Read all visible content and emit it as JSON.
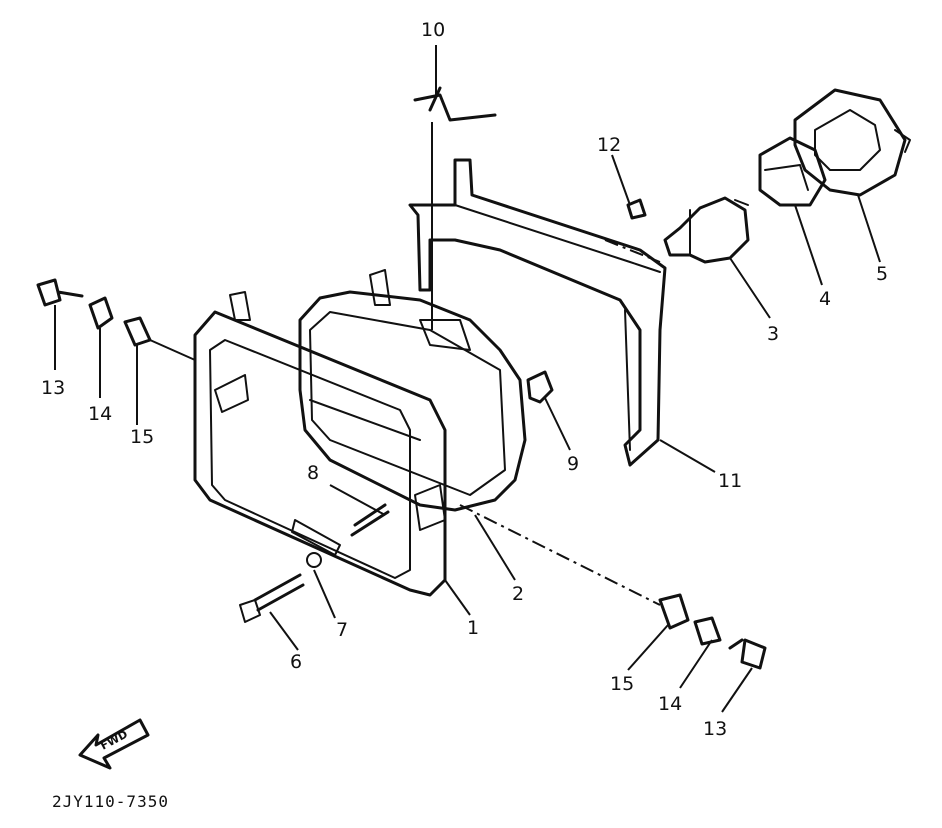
{
  "diagram": {
    "drawing_code": "2JY110-7350",
    "direction_label": "FWD",
    "callouts": {
      "c1": "1",
      "c2": "2",
      "c3": "3",
      "c4": "4",
      "c5": "5",
      "c6": "6",
      "c7": "7",
      "c8": "8",
      "c9": "9",
      "c10": "10",
      "c11": "11",
      "c12": "12",
      "c13a": "13",
      "c14a": "14",
      "c15a": "15",
      "c13b": "13",
      "c14b": "14",
      "c15b": "15"
    }
  }
}
